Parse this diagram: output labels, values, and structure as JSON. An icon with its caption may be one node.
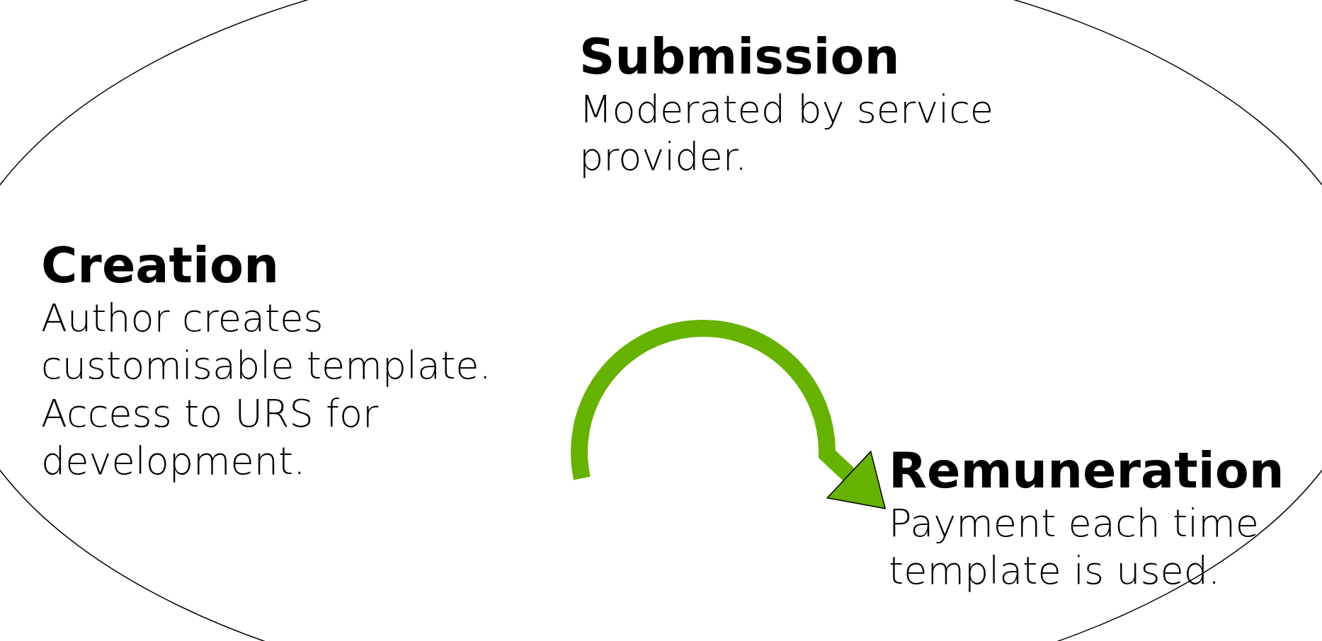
{
  "diagram": {
    "nodes": [
      {
        "text": [],
        "shape": "ellipse"
      },
      {
        "text": [
          "Submission",
          "Moderated by service provider."
        ],
        "in": 0
      },
      {
        "text": [
          "Creation",
          "Author creates customisable template. Access to URS for development."
        ],
        "in": 0
      },
      {
        "text": [
          "Remuneration",
          "Payment each time template is used."
        ],
        "in": 0
      }
    ],
    "edges": [
      {
        "from": 2,
        "to": 3,
        "arrow": "to",
        "color": "#66b200"
      }
    ]
  }
}
